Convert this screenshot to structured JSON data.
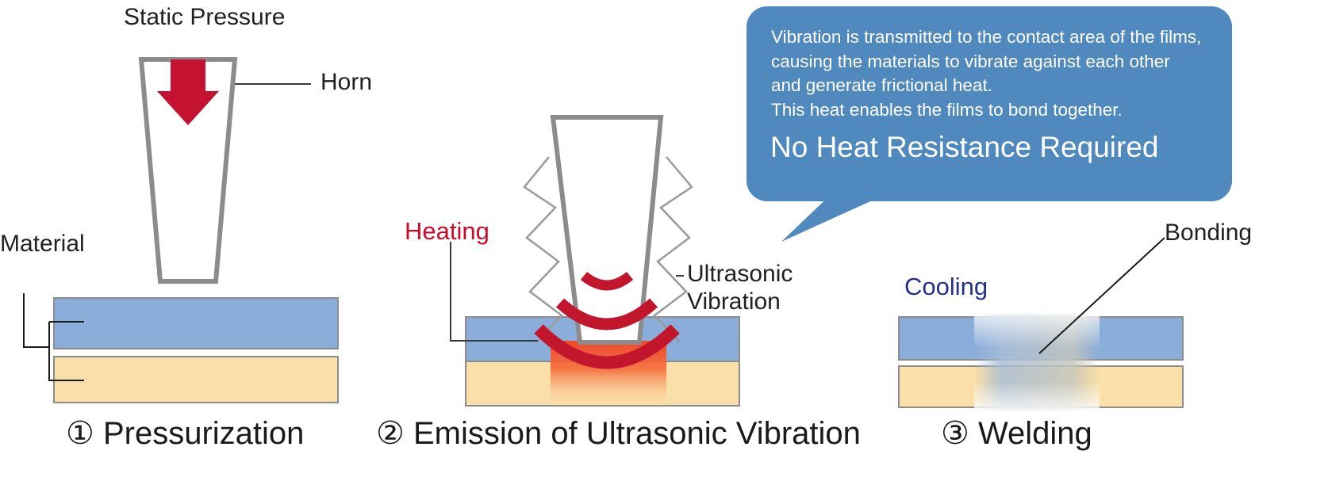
{
  "panels": [
    {
      "id": "pressurization",
      "caption": "① Pressurization",
      "labels": {
        "static_pressure": "Static Pressure",
        "horn": "Horn",
        "material": "Material"
      }
    },
    {
      "id": "emission",
      "caption": "② Emission of Ultrasonic Vibration",
      "labels": {
        "heating": "Heating",
        "ultrasonic_vibration_line1": "Ultrasonic",
        "ultrasonic_vibration_line2": "Vibration"
      }
    },
    {
      "id": "welding",
      "caption": "③ Welding",
      "labels": {
        "cooling": "Cooling",
        "bonding": "Bonding"
      }
    }
  ],
  "callout": {
    "body": "Vibration is transmitted to the contact area of the films,\ncausing the materials to vibrate against each other\nand generate frictional heat.\nThis heat enables the films to bond together.",
    "headline": "No Heat Resistance Required"
  },
  "colors": {
    "upper_film": "#8BADDA",
    "lower_film": "#FADFA8",
    "horn_stroke": "#8C8C8C",
    "pressure_arrow": "#C41230",
    "wave_red": "#C2162C",
    "heat_gradient_top": "#F4512C",
    "callout_blue": "#5089BD",
    "heating_text": "#CC0A2A",
    "cooling_text": "#24308C",
    "leader_line": "#3a3a3a",
    "film_border": "#8C8C8C"
  }
}
